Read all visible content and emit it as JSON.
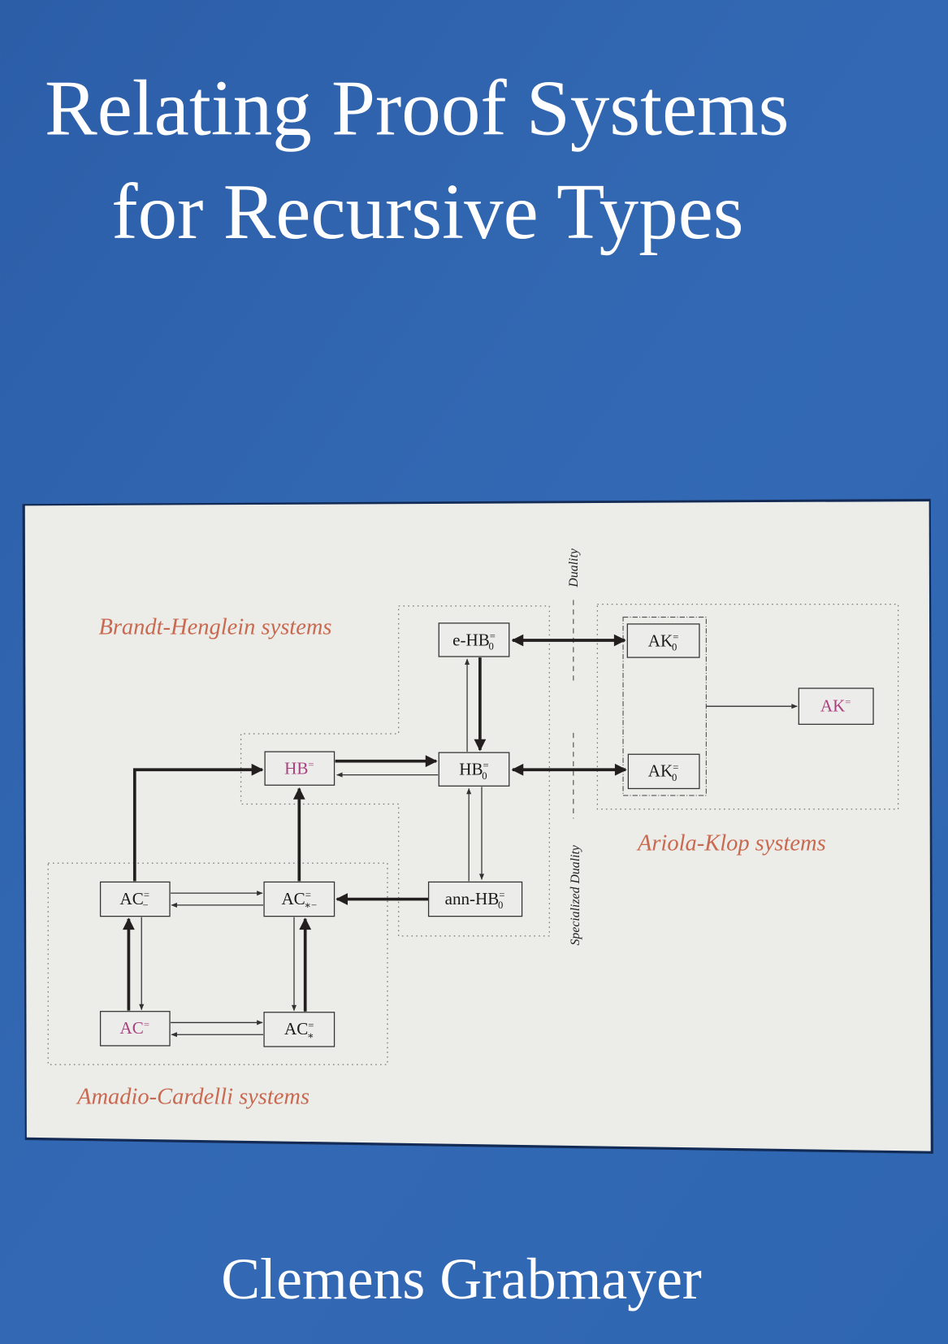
{
  "cover": {
    "title_line1": "Relating Proof Systems",
    "title_line2": "for Recursive Types",
    "author": "Clemens Grabmayer",
    "colors": {
      "background": "#2f63ae",
      "panel": "#ecece9",
      "group_label": "#c9694f",
      "highlight": "#a8417f"
    }
  },
  "diagram": {
    "groups": {
      "brandt_henglein": "Brandt-Henglein systems",
      "ariola_klop": "Ariola-Klop systems",
      "amadio_cardelli": "Amadio-Cardelli systems"
    },
    "dividers": {
      "duality": "Duality",
      "specialized_duality": "Specialized Duality"
    },
    "nodes": {
      "e_hb0": {
        "base": "e-HB",
        "sup": "=",
        "sub": "0"
      },
      "ak0_top": {
        "base": "AK",
        "sup": "=",
        "sub": "0"
      },
      "ak": {
        "base": "AK",
        "sup": "=",
        "sub": ""
      },
      "hb": {
        "base": "HB",
        "sup": "=",
        "sub": ""
      },
      "hb0": {
        "base": "HB",
        "sup": "=",
        "sub": "0"
      },
      "ak0_bottom": {
        "base": "AK",
        "sup": "=",
        "sub": "0"
      },
      "ac_minus": {
        "base": "AC",
        "sup": "=",
        "sub": "−"
      },
      "ac_star_minus": {
        "base": "AC",
        "sup": "=",
        "sub": "∗−"
      },
      "ann_hb0": {
        "base": "ann-HB",
        "sup": "=",
        "sub": "0"
      },
      "ac": {
        "base": "AC",
        "sup": "=",
        "sub": ""
      },
      "ac_star": {
        "base": "AC",
        "sup": "=",
        "sub": "∗"
      }
    }
  }
}
